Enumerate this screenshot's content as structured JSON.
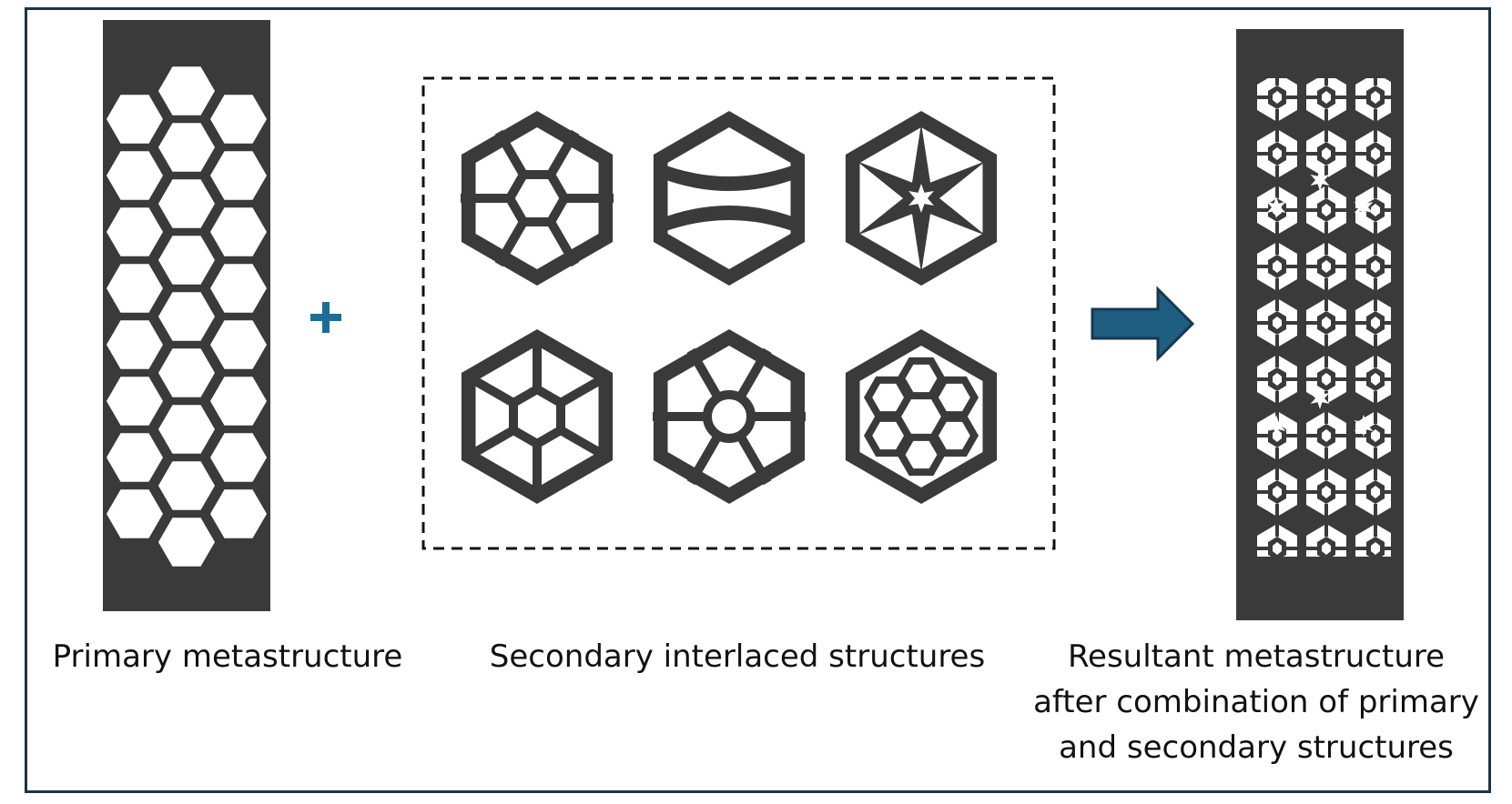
{
  "labels": {
    "primary": "Primary metastructure",
    "secondary": "Secondary interlaced structures",
    "result_line1": "Resultant metastructure",
    "result_line2": "after combination of primary",
    "result_line3": "and secondary structures"
  },
  "operators": {
    "plus": "+"
  },
  "colors": {
    "material": "#3a3a3a",
    "frame": "#1f3344",
    "plus": "#1b6d95",
    "arrow_fill": "#1e5e80",
    "arrow_stroke": "#17384f",
    "dashed_box": "#111111"
  },
  "icons": {
    "arrow": "right-arrow-icon",
    "plus": "plus-icon"
  },
  "secondary_cells": [
    "hexagon-cell-with-inner-hexagon-spokes",
    "hexagon-cell-with-bowed-bars",
    "hexagon-cell-with-star",
    "hexagon-cell-with-inner-hexagon-corner-spokes",
    "hexagon-cell-with-circle-spokes",
    "hexagon-cell-with-hexagon-ring"
  ]
}
